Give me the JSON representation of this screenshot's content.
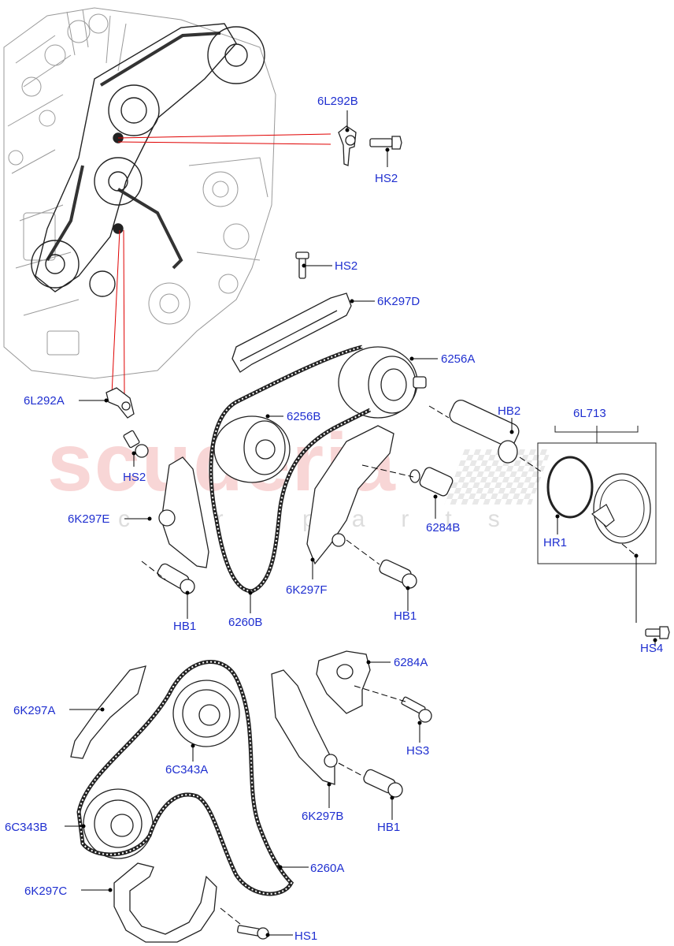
{
  "watermark": {
    "main": "scuderia",
    "sub": "car parts"
  },
  "colors": {
    "label": "#1f2fd0",
    "leader": "#000000",
    "highlight": "#e00000",
    "line_art": "#222222",
    "ghost_art": "#9a9a9a",
    "watermark": "#f3b6b6"
  },
  "labels": {
    "l_6L292B": "6L292B",
    "l_HS2_top": "HS2",
    "l_HS2_guide": "HS2",
    "l_6K297D": "6K297D",
    "l_6256A": "6256A",
    "l_6256B": "6256B",
    "l_6L292A": "6L292A",
    "l_HS2_left": "HS2",
    "l_HB2": "HB2",
    "l_6L713": "6L713",
    "l_6K297E": "6K297E",
    "l_6284B": "6284B",
    "l_HR1": "HR1",
    "l_6K297F": "6K297F",
    "l_HB1_left": "HB1",
    "l_6260B": "6260B",
    "l_HB1_mid": "HB1",
    "l_HS4": "HS4",
    "l_6284A": "6284A",
    "l_6K297A": "6K297A",
    "l_HS3": "HS3",
    "l_6C343A": "6C343A",
    "l_6C343B": "6C343B",
    "l_6K297B": "6K297B",
    "l_HB1_low": "HB1",
    "l_6260A": "6260A",
    "l_6K297C": "6K297C",
    "l_HS1": "HS1"
  }
}
